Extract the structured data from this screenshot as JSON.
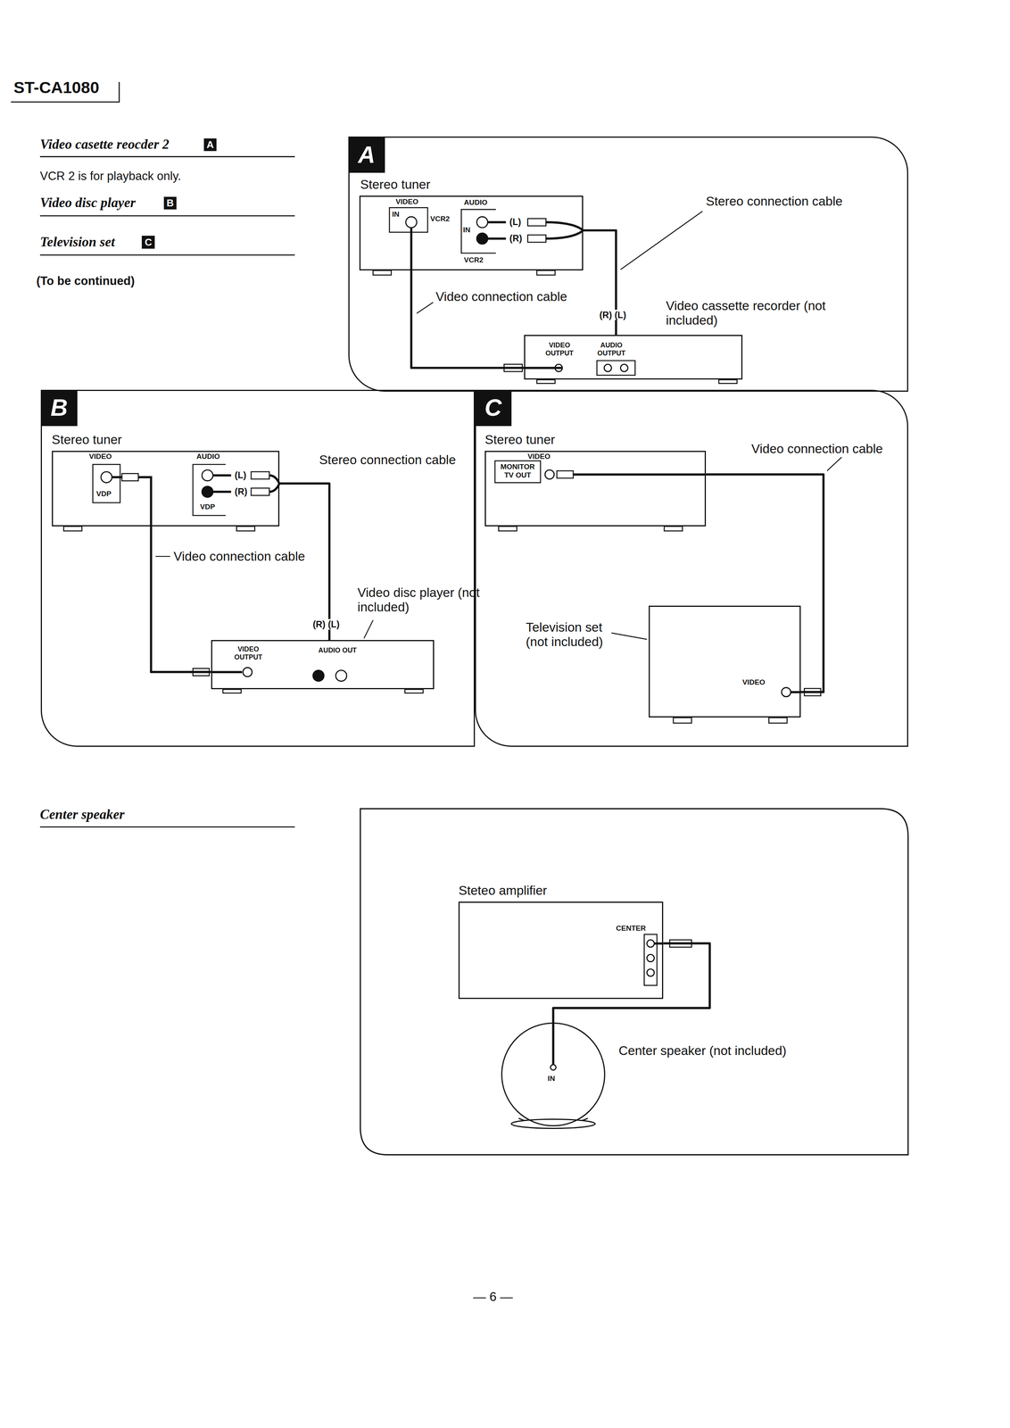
{
  "diagram": {
    "nodes": [
      {
        "text": [
          "A"
        ]
      },
      {
        "text": [
          "Stereo tuner",
          "VIDEO",
          "IN",
          "VCR2",
          "AUDIO",
          "IN",
          "VCR2",
          "(L)",
          "(R)"
        ],
        "in": 0
      },
      {
        "text": [
          "Video cassette recorder (not included)",
          "VIDEO OUTPUT",
          "AUDIO OUTPUT",
          "(R) (L)"
        ],
        "in": 0
      },
      {
        "text": [
          "B"
        ]
      },
      {
        "text": [
          "Stereo tuner",
          "VIDEO",
          "AUDIO",
          "VDP",
          "VDP",
          "(L)",
          "(R)"
        ],
        "in": 3
      },
      {
        "text": [
          "Video disc player (not included)",
          "VIDEO OUTPUT",
          "AUDIO OUT",
          "(R) (L)"
        ],
        "in": 3
      },
      {
        "text": [
          "C"
        ]
      },
      {
        "text": [
          "Stereo tuner",
          "VIDEO",
          "MONITOR TV OUT"
        ],
        "in": 6
      },
      {
        "text": [
          "Television set (not included)",
          "VIDEO"
        ],
        "in": 6
      },
      {
        "text": [
          "Steteo amplifier",
          "CENTER"
        ]
      },
      {
        "text": [
          "Center speaker (not included)",
          "IN"
        ]
      }
    ],
    "edges": [
      {
        "from": 2,
        "to": 1,
        "label": "Video connection cable",
        "arrow": "none"
      },
      {
        "from": 2,
        "to": 1,
        "label": "Stereo connection cable",
        "arrow": "none"
      },
      {
        "from": 5,
        "to": 4,
        "label": "Video connection cable",
        "arrow": "none"
      },
      {
        "from": 5,
        "to": 4,
        "label": "Stereo connection cable",
        "arrow": "none"
      },
      {
        "from": 7,
        "to": 8,
        "label": "Video connection cable",
        "arrow": "none"
      },
      {
        "from": 10,
        "to": 9,
        "arrow": "none"
      }
    ],
    "labels": [
      "ST-CA1080",
      "Video casette reocder 2",
      "A",
      "VCR 2 is for playback only.",
      "Video disc player",
      "B",
      "Television set",
      "C",
      "(To be continued)",
      "Center speaker",
      "— 6 —"
    ]
  }
}
